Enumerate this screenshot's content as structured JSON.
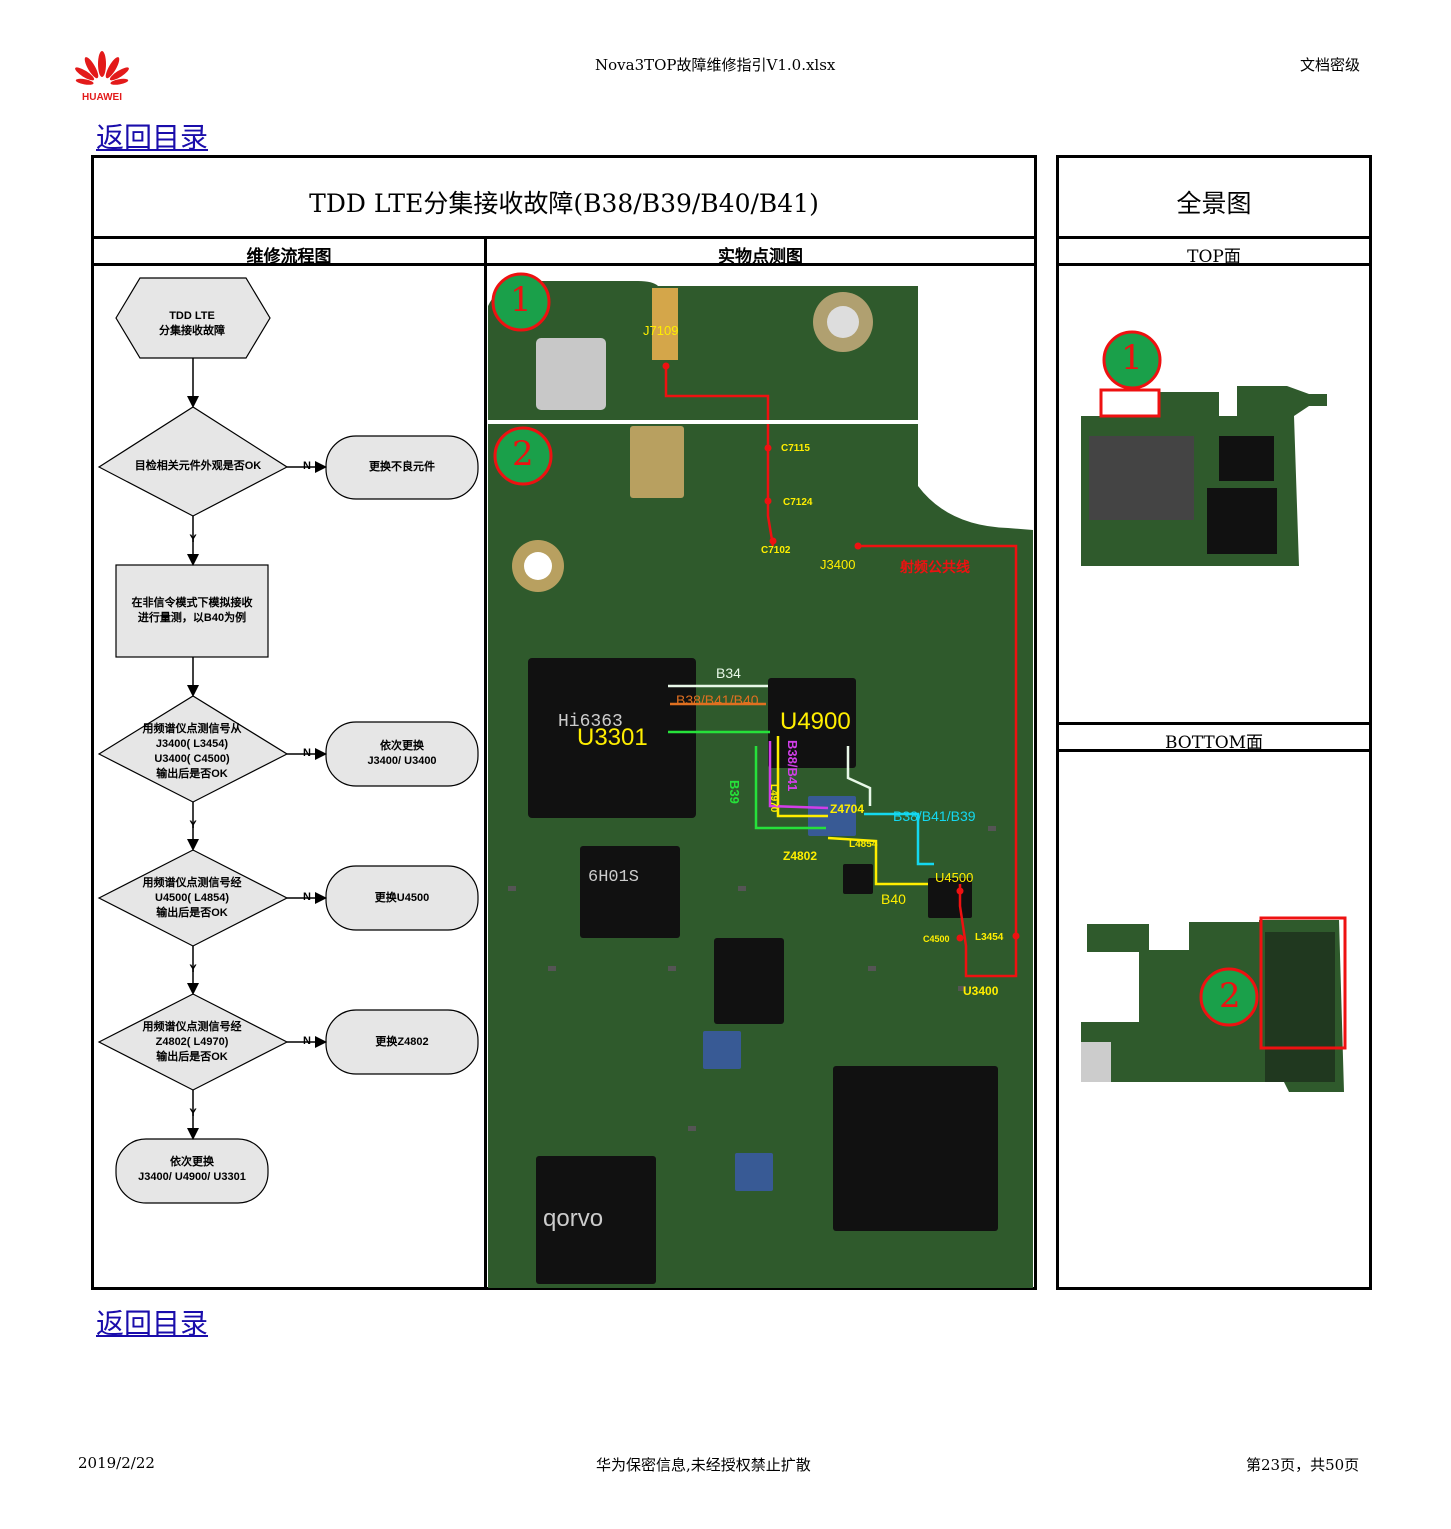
{
  "header": {
    "brand": "HUAWEI",
    "file_title": "Nova3TOP故障维修指引V1.0.xlsx",
    "classification": "文档密级"
  },
  "nav": {
    "back_top": "返回目录",
    "back_bottom": "返回目录"
  },
  "main": {
    "title": "TDD LTE分集接收故障(B38/B39/B40/B41)",
    "col_flow": "维修流程图",
    "col_photo": "实物点测图",
    "panorama_title": "全景图",
    "top_face": "TOP面",
    "bottom_face": "BOTTOM面"
  },
  "flowchart": {
    "start": [
      "TDD LTE",
      "分集接收故障"
    ],
    "d1": "目检相关元件外观是否OK",
    "a1": "更换不良元件",
    "p1": [
      "在非信令模式下模拟接收",
      "进行量测，以B40为例"
    ],
    "d2": [
      "用频谱仪点测信号从",
      "J3400( L3454)",
      "U3400( C4500)",
      "输出后是否OK"
    ],
    "a2": [
      "依次更换",
      "J3400/ U3400"
    ],
    "d3": [
      "用频谱仪点测信号经",
      "U4500( L4854)",
      "输出后是否OK"
    ],
    "a3": "更换U4500",
    "d4": [
      "用频谱仪点测信号经",
      "Z4802( L4970)",
      "输出后是否OK"
    ],
    "a4": "更换Z4802",
    "end": [
      "依次更换",
      "J3400/ U4900/ U3301"
    ],
    "yes": "Y",
    "no": "N"
  },
  "photo_labels": {
    "marker1": "1",
    "marker2": "2",
    "J7109": "J7109",
    "C7115": "C7115",
    "C7124": "C7124",
    "C7102": "C7102",
    "J3400": "J3400",
    "rf_common": "射频公共线",
    "B34": "B34",
    "B38B41B40": "B38/B41/B40",
    "U4900": "U4900",
    "U3301": "U3301",
    "B38B41": "B38/B41",
    "B39": "B39",
    "L4970": "L4970",
    "Z4704": "Z4704",
    "B38B41B39": "B38/B41/B39",
    "L4854": "L4854",
    "Z4802": "Z4802",
    "U4500": "U4500",
    "B40": "B40",
    "C4500": "C4500",
    "L3454": "L3454",
    "U3400": "U3400"
  },
  "colors": {
    "pcb": "#2f5a2c",
    "marker": "#1aa04a",
    "marker_ring": "#e11",
    "red": "#e11",
    "yellow": "#ffee00",
    "cyan": "#14d8f0",
    "green": "#26e23a",
    "orange": "#e07020",
    "magenta": "#d23ee8",
    "white": "#e8f8e8"
  },
  "footer": {
    "date": "2019/2/22",
    "confidential": "华为保密信息,未经授权禁止扩散",
    "page": "第23页，共50页"
  }
}
